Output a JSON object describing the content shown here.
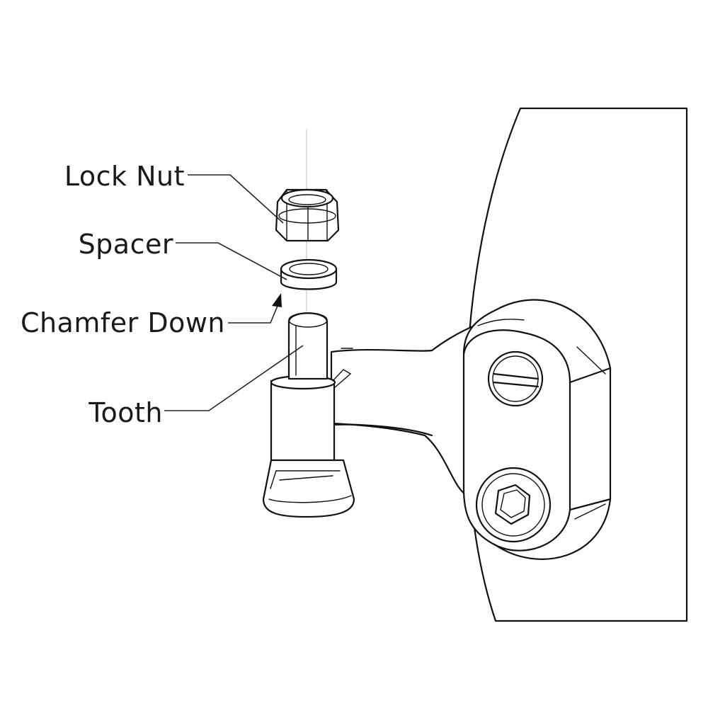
{
  "callouts": {
    "lock_nut": "Lock Nut",
    "spacer": "Spacer",
    "chamfer_down": "Chamfer Down",
    "tooth": "Tooth"
  },
  "colors": {
    "line": "#111111",
    "background": "#ffffff",
    "axis": "#c8c8c8"
  }
}
